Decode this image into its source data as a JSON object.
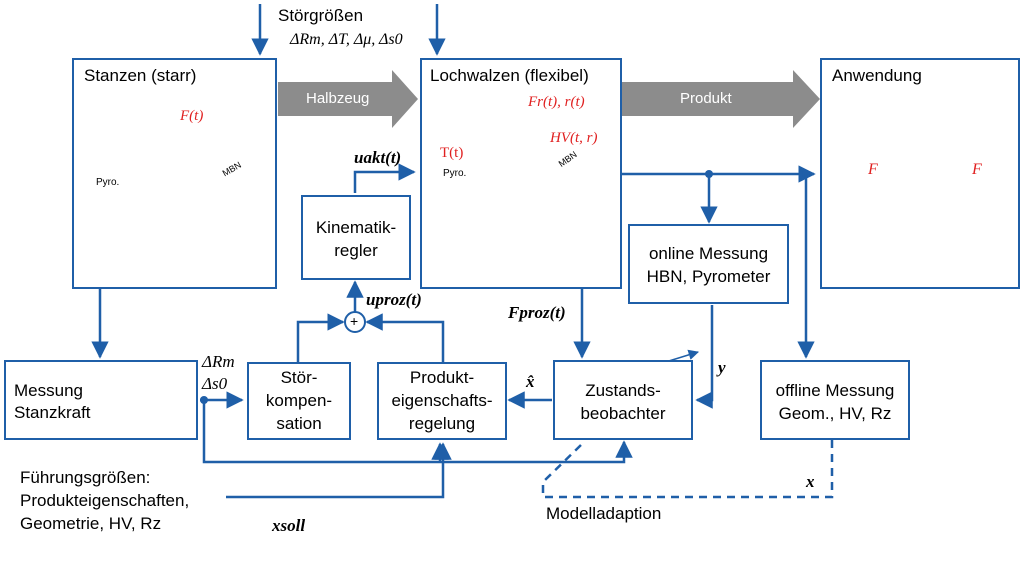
{
  "disturbances": {
    "title": "Störgrößen",
    "vars": "ΔRm, ΔT, Δμ, Δs0"
  },
  "boxes": {
    "stanzen": "Stanzen (starr)",
    "lochwalzen": "Lochwalzen (flexibel)",
    "anwendung": "Anwendung",
    "kinematik_l1": "Kinematik-",
    "kinematik_l2": "regler",
    "online_l1": "online Messung",
    "online_l2": "HBN, Pyrometer",
    "messung_l1": "Messung",
    "messung_l2": "Stanzkraft",
    "stoer_l1": "Stör-",
    "stoer_l2": "kompen-",
    "stoer_l3": "sation",
    "produkt_l1": "Produkt-",
    "produkt_l2": "eigenschafts-",
    "produkt_l3": "regelung",
    "zustand_l1": "Zustands-",
    "zustand_l2": "beobachter",
    "offline_l1": "offline Messung",
    "offline_l2": "Geom., HV, Rz"
  },
  "flow_arrows": {
    "halbzeug": "Halbzeug",
    "produkt": "Produkt"
  },
  "signals": {
    "u_akt": "uakt(t)",
    "u_proz": "uproz(t)",
    "f_proz": "Fproz(t)",
    "x_hat": "x̂",
    "y": "y",
    "x": "x",
    "x_soll": "xsoll",
    "delta_rm": "ΔRm",
    "delta_s0": "Δs0",
    "sum_symbol": "+"
  },
  "fuehrung": {
    "line1": "Führungsgrößen:",
    "line2": "Produkteigenschaften,",
    "line3": "Geometrie, HV, Rz"
  },
  "modelladaption": "Modelladaption",
  "illustration_labels": {
    "force_stanzen": "F(t)",
    "pyro": "Pyro.",
    "mbn": "MBN",
    "force_walzen": "Fr(t), r(t)",
    "hv": "HV(t, r)",
    "temp": "T(t)",
    "force_anw_left": "F",
    "force_anw_right": "F"
  },
  "colors": {
    "line_blue": "#1f5fa8",
    "arrow_gray": "#8c8c8c",
    "accent_red": "#e02020",
    "hatch_blue": "#4a90c8"
  }
}
